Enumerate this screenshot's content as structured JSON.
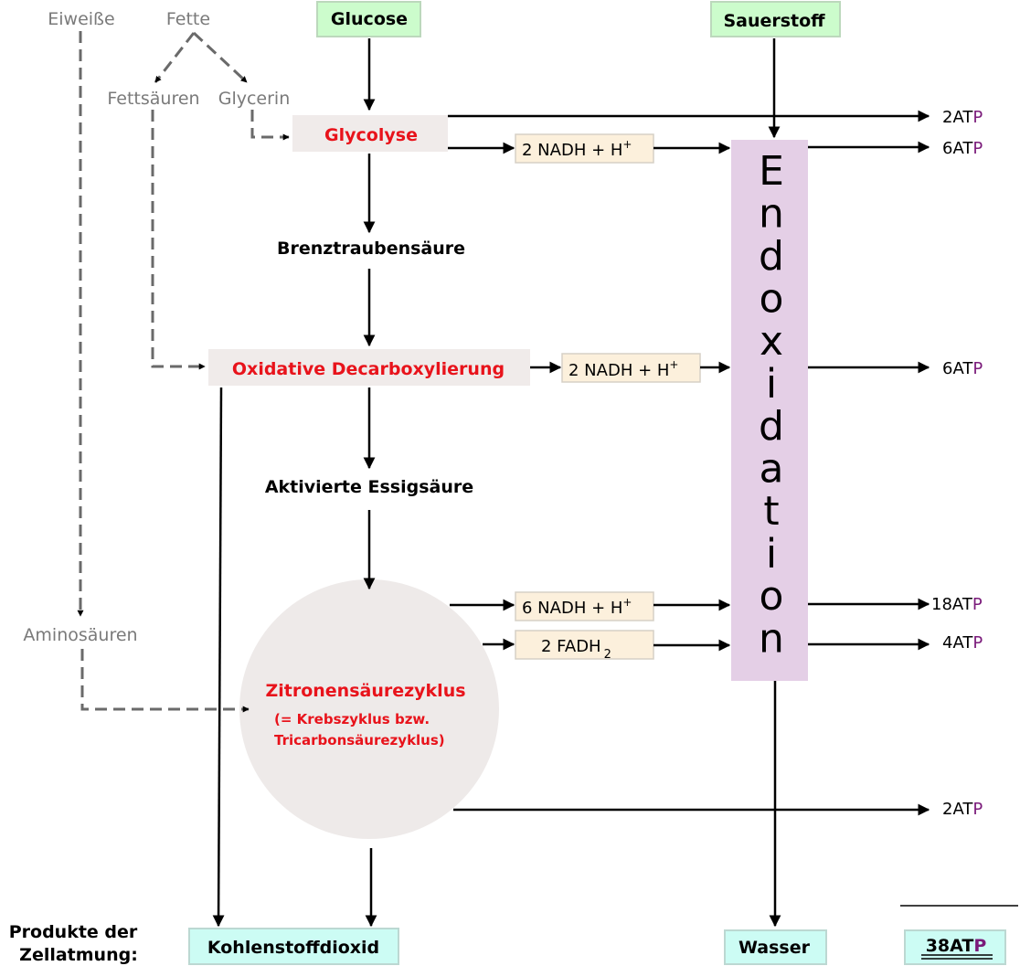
{
  "colors": {
    "green_box": "#ccfccc",
    "cyan_box": "#ccfcf4",
    "grey_box": "#f0ebea",
    "beige_box": "#fcf0dc",
    "endo_bar": "#e4cfe6",
    "red_text": "#e8131b",
    "grey_text": "#7a7a7a",
    "purple_p": "#7a1a7a"
  },
  "inputs": {
    "glucose": "Glucose",
    "oxygen": "Sauerstoff"
  },
  "left": {
    "proteins": "Eiweiße",
    "fats": "Fette",
    "fatty_acids": "Fettsäuren",
    "glycerol": "Glycerin",
    "amino_acids": "Aminosäuren"
  },
  "steps": {
    "glycolysis": "Glycolyse",
    "pyruvate": "Brenztraubensäure",
    "ox_decarb": "Oxidative Decarboxylierung",
    "acetyl": "Aktivierte Essigsäure",
    "citric_title": "Zitronensäurezyklus",
    "citric_sub1": "(= Krebszyklus bzw.",
    "citric_sub2": "Tricarbonsäurezyklus)"
  },
  "carriers": {
    "nadh1": {
      "main": "2 NADH + H",
      "sup": "+"
    },
    "nadh2": {
      "main": "2 NADH + H",
      "sup": "+"
    },
    "nadh3": {
      "main": "6 NADH + H",
      "sup": "+"
    },
    "fadh": {
      "main": "2 FADH",
      "sub": "2"
    }
  },
  "endoxidation_letters": [
    "E",
    "n",
    "d",
    "o",
    "x",
    "i",
    "d",
    "a",
    "t",
    "i",
    "o",
    "n"
  ],
  "atp": {
    "glycolysis": {
      "prefix": "2AT",
      "p": "P"
    },
    "glycolysis_nadh": {
      "prefix": "6AT",
      "p": "P"
    },
    "decarb_nadh": {
      "prefix": "6AT",
      "p": "P"
    },
    "citric_nadh": {
      "prefix": "18AT",
      "p": "P"
    },
    "citric_fadh": {
      "prefix": "4AT",
      "p": "P"
    },
    "citric_direct": {
      "prefix": "2AT",
      "p": "P"
    },
    "total": {
      "prefix": "38AT",
      "p": "P"
    }
  },
  "products": {
    "label_line1": "Produkte der",
    "label_line2": "Zellatmung:",
    "co2": "Kohlenstoffdioxid",
    "water": "Wasser"
  }
}
